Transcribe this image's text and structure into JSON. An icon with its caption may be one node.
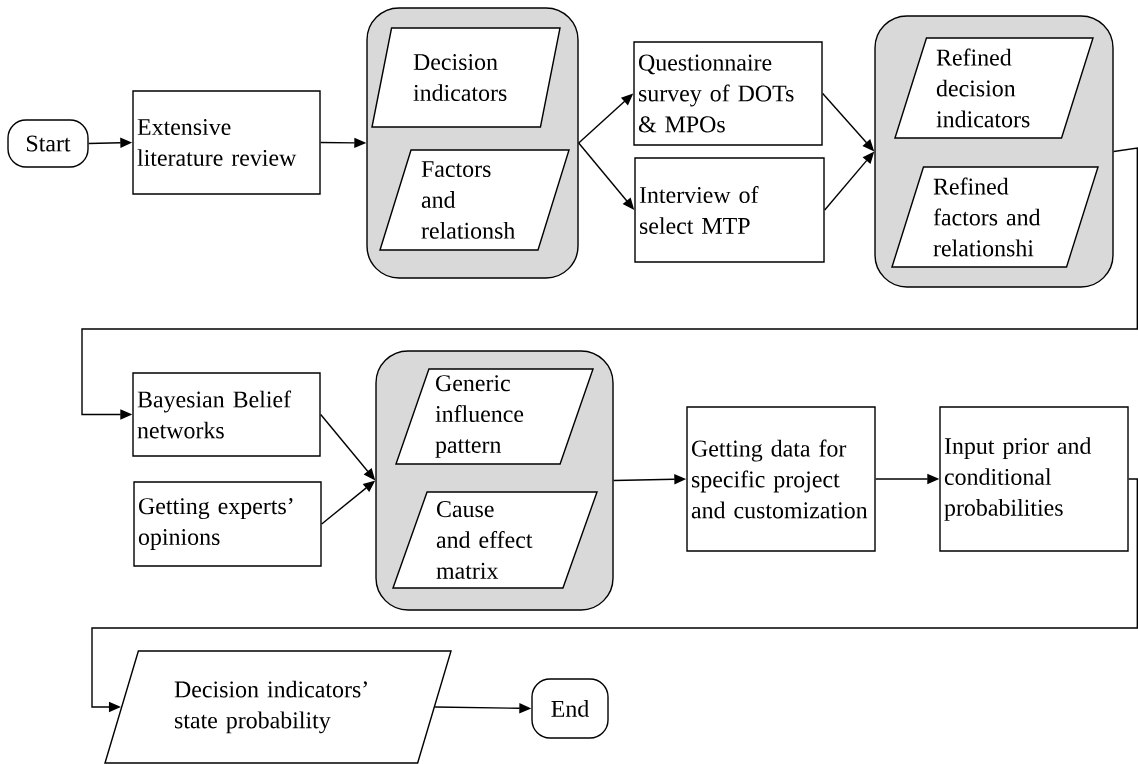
{
  "diagram": {
    "nodes": [
      {
        "text": [
          "Start"
        ]
      },
      {
        "text": [
          "Extensive literature review"
        ]
      },
      {
        "text": [],
        "shape": "box"
      },
      {
        "text": [
          "Decision indicators"
        ],
        "in": 2
      },
      {
        "text": [
          "Factors and relationsh"
        ],
        "in": 2
      },
      {
        "text": [
          "Questionnaire survey of DOTs & MPOs"
        ]
      },
      {
        "text": [
          "Interview of select MTP"
        ]
      },
      {
        "text": [],
        "shape": "box"
      },
      {
        "text": [
          "Refined decision indicators"
        ],
        "in": 7
      },
      {
        "text": [
          "Refined factors and relationshi"
        ],
        "in": 7
      },
      {
        "text": [
          "Bayesian Belief networks"
        ]
      },
      {
        "text": [
          "Getting experts’ opinions"
        ]
      },
      {
        "text": [],
        "shape": "box"
      },
      {
        "text": [
          "Generic influence pattern"
        ],
        "in": 12
      },
      {
        "text": [
          "Cause and effect matrix"
        ],
        "in": 12
      },
      {
        "text": [
          "Getting data for specific project and customization"
        ]
      },
      {
        "text": [
          "Input prior and conditional probabilities"
        ]
      },
      {
        "text": [
          "Decision indicators’ state probability"
        ]
      },
      {
        "text": [
          "End"
        ]
      }
    ],
    "edges": [
      {
        "from": 0,
        "to": 1,
        "arrow": "to"
      },
      {
        "from": 1,
        "to": 2,
        "arrow": "to"
      },
      {
        "from": 2,
        "to": 5,
        "arrow": "to"
      },
      {
        "from": 2,
        "to": 6,
        "arrow": "to"
      },
      {
        "from": 5,
        "to": 7,
        "arrow": "to"
      },
      {
        "from": 6,
        "to": 7,
        "arrow": "to"
      },
      {
        "from": 7,
        "to": 10,
        "arrow": "to"
      },
      {
        "from": 10,
        "to": 12,
        "arrow": "to"
      },
      {
        "from": 11,
        "to": 12,
        "arrow": "to"
      },
      {
        "from": 12,
        "to": 15,
        "arrow": "to"
      },
      {
        "from": 15,
        "to": 16,
        "arrow": "to"
      },
      {
        "from": 16,
        "to": 17,
        "arrow": "to"
      },
      {
        "from": 17,
        "to": 18,
        "arrow": "to"
      }
    ]
  }
}
